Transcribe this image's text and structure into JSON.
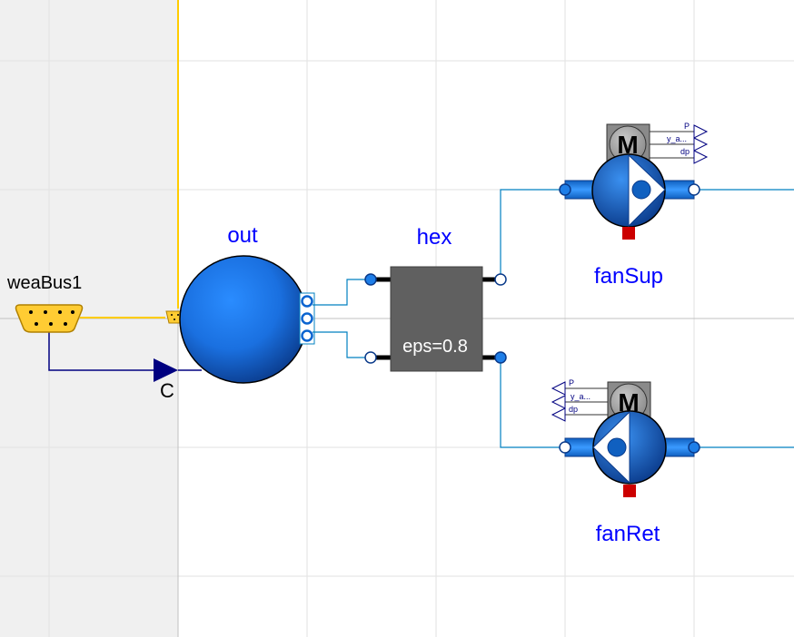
{
  "canvas": {
    "background": "#ffffff",
    "left_panel_color": "#f0f0f0",
    "grid_color": "#e0e0e0"
  },
  "components": {
    "weaBus1": {
      "label": "weaBus1",
      "icon": "bus-connector-icon",
      "color": "#ffcc33"
    },
    "out": {
      "label": "out",
      "icon": "boundary-sphere-icon",
      "color": "#1e7ee8"
    },
    "hex": {
      "label": "hex",
      "parameter": "eps=0.8",
      "icon": "heat-exchanger-icon",
      "color": "#606060"
    },
    "fanSup": {
      "label": "fanSup",
      "motor": "M",
      "outputs": [
        "P",
        "y_a...",
        "dp"
      ],
      "icon": "fan-icon"
    },
    "fanRet": {
      "label": "fanRet",
      "motor": "M",
      "outputs": [
        "P",
        "y_a...",
        "dp"
      ],
      "icon": "fan-icon"
    },
    "signal": {
      "label": "C",
      "icon": "signal-arrow-icon"
    }
  },
  "colors": {
    "label_blue": "#0000ff",
    "fluid_line": "#0080c0",
    "bus_line": "#ffcc00",
    "signal_line": "#000080",
    "port_red": "#cc0000"
  }
}
